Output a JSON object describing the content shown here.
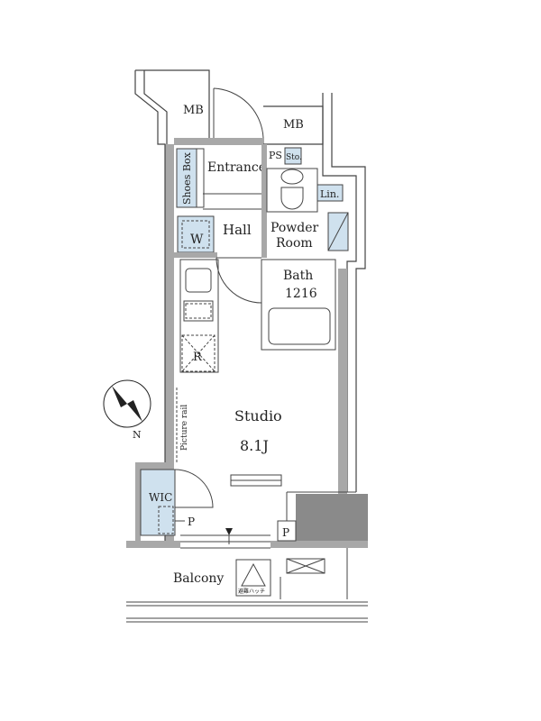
{
  "plan": {
    "labels": {
      "mb_left": "MB",
      "mb_right": "MB",
      "entrance": "Entrance",
      "shoes_box": "Shoes Box",
      "ps": "PS",
      "sto": "Sto.",
      "lin": "Lin.",
      "hall": "Hall",
      "w": "W",
      "powder": "Powder",
      "room": "Room",
      "bath": "Bath",
      "bath_size": "1216",
      "r": "R",
      "picture_rail": "Picture rail",
      "studio": "Studio",
      "studio_size": "8.1J",
      "wic": "WIC",
      "p_left": "P",
      "p_right": "P",
      "balcony": "Balcony",
      "hatch": "避難ハッチ",
      "compass_n": "N"
    },
    "colors": {
      "storage_fill": "#cfe1ee",
      "wall_fill": "#a8a8a8",
      "column_fill": "#8a8a8a"
    }
  }
}
